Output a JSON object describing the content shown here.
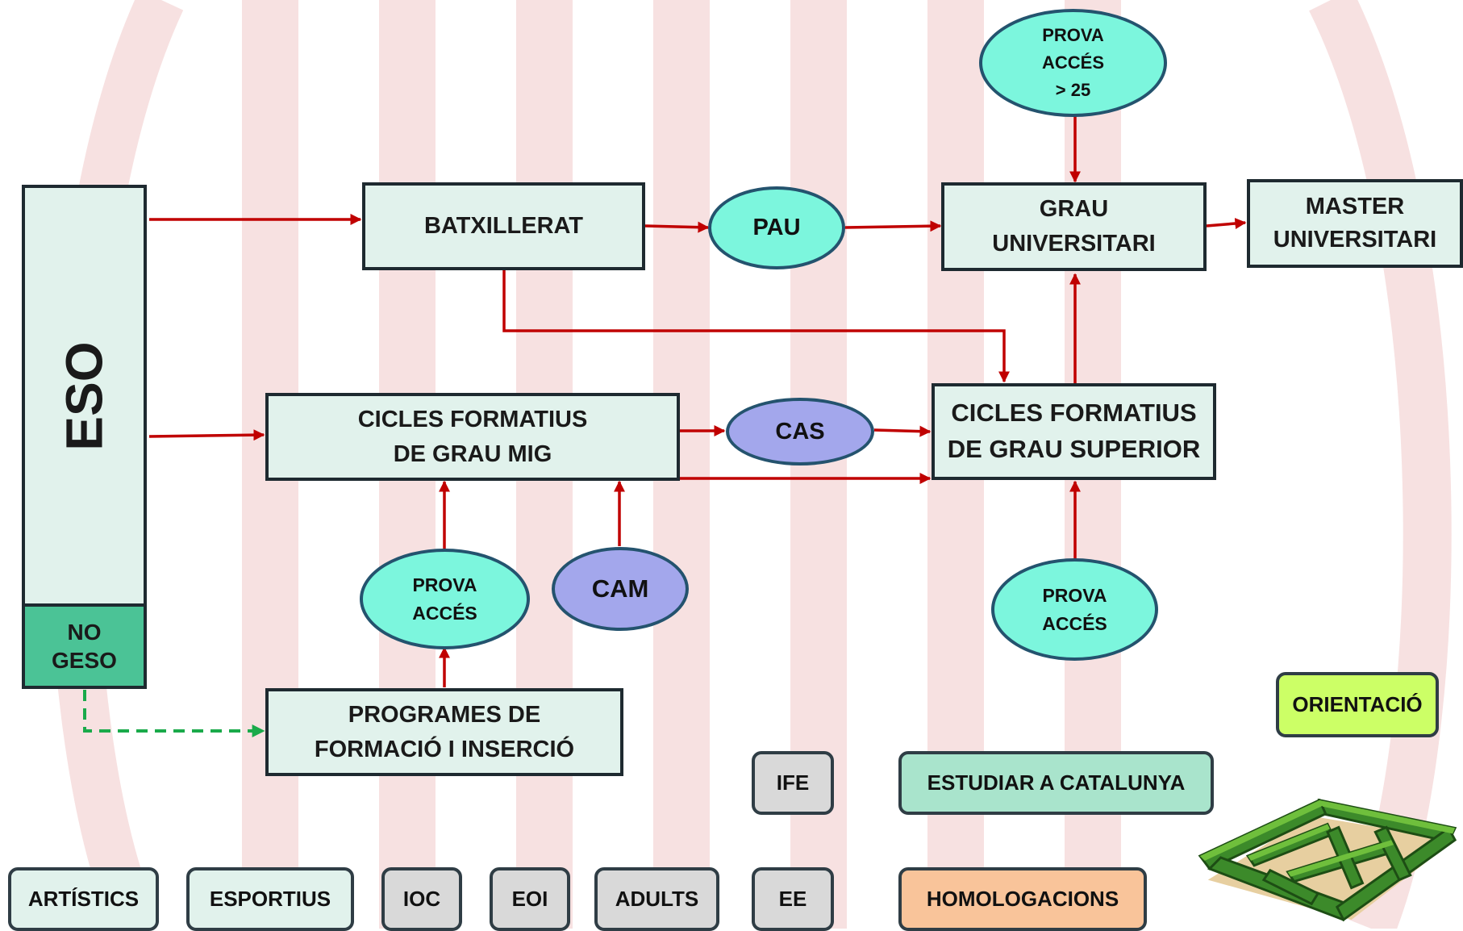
{
  "eso": {
    "label": "ESO",
    "no_geso": [
      "NO",
      "GESO"
    ]
  },
  "boxes": {
    "batxillerat": "BATXILLERAT",
    "grau_universitari": [
      "GRAU",
      "UNIVERSITARI"
    ],
    "master_universitari": [
      "MASTER",
      "UNIVERSITARI"
    ],
    "cicles_grau_mig": [
      "CICLES FORMATIUS",
      "DE GRAU MIG"
    ],
    "cicles_grau_superior": [
      "CICLES FORMATIUS",
      "DE GRAU SUPERIOR"
    ],
    "programes_formacio": [
      "PROGRAMES DE",
      "FORMACIÓ I INSERCIÓ"
    ]
  },
  "ovals": {
    "prova_acces_25": [
      "PROVA",
      "ACCÉS",
      "> 25"
    ],
    "pau": "PAU",
    "cas": "CAS",
    "cam": "CAM",
    "prova_acces_mig": [
      "PROVA",
      "ACCÉS"
    ],
    "prova_acces_superior": [
      "PROVA",
      "ACCÉS"
    ]
  },
  "buttons": {
    "orientacio": "ORIENTACIÓ",
    "ife": "IFE",
    "estudiar_catalunya": "ESTUDIAR A CATALUNYA",
    "artistics": "ARTÍSTICS",
    "esportius": "ESPORTIUS",
    "ioc": "IOC",
    "eoi": "EOI",
    "adults": "ADULTS",
    "ee": "EE",
    "homologacions": "HOMOLOGACIONS"
  },
  "colors": {
    "box_fill": "#e1f2ec",
    "no_geso_fill": "#4bc396",
    "oval_cyan": "#7cf6dd",
    "oval_purple": "#a3a7ec",
    "arrow_red": "#c00000",
    "arrow_green_dashed": "#1aaa4a",
    "orientacio_fill": "#ccff66",
    "estudiar_fill": "#a9e4cc",
    "homologacions_fill": "#f9c49a",
    "grey_button_fill": "#d9d9d9",
    "watermark": "#f6dede"
  },
  "images": {
    "maze": "maze-illustration"
  }
}
